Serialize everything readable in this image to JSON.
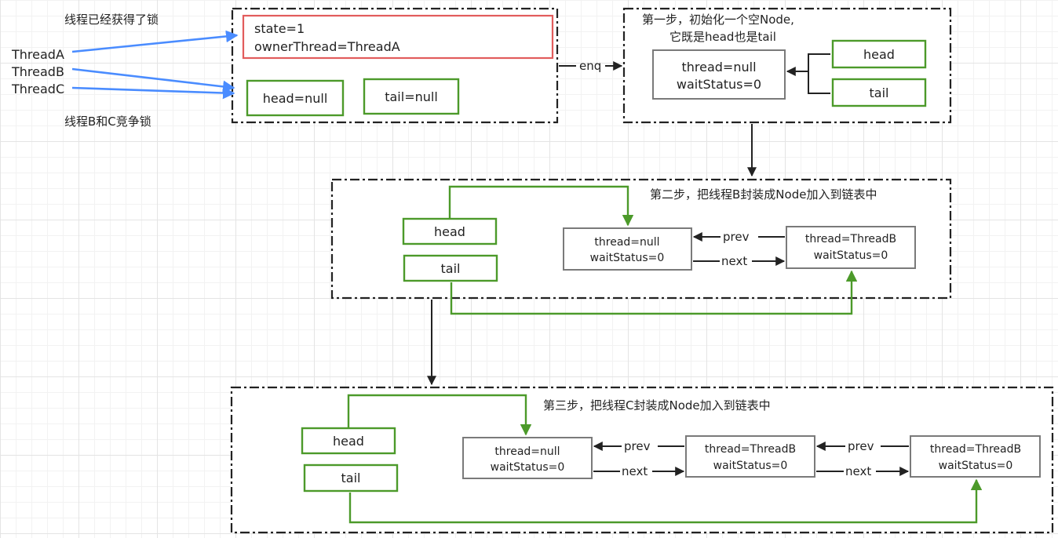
{
  "labels": {
    "lock_acquired": "线程已经获得了锁",
    "thread_a": "ThreadA",
    "thread_b": "ThreadB",
    "thread_c": "ThreadC",
    "compete": "线程B和C竞争锁"
  },
  "state_box": {
    "state": "state=1",
    "owner": "ownerThread=ThreadA",
    "head": "head=null",
    "tail": "tail=null"
  },
  "enq": "enq",
  "step1": {
    "title_line1": "第一步，初始化一个空Node,",
    "title_line2": "它既是head也是tail",
    "node_thread": "thread=null",
    "node_status": "waitStatus=0",
    "head": "head",
    "tail": "tail"
  },
  "step2": {
    "title": "第二步，把线程B封装成Node加入到链表中",
    "head": "head",
    "tail": "tail",
    "node1_thread": "thread=null",
    "node1_status": "waitStatus=0",
    "node2_thread": "thread=ThreadB",
    "node2_status": "waitStatus=0",
    "prev": "prev",
    "next": "next"
  },
  "step3": {
    "title": "第三步，把线程C封装成Node加入到链表中",
    "head": "head",
    "tail": "tail",
    "node1_thread": "thread=null",
    "node1_status": "waitStatus=0",
    "node2_thread": "thread=ThreadB",
    "node2_status": "waitStatus=0",
    "node3_thread": "thread=ThreadB",
    "node3_status": "waitStatus=0",
    "prev1": "prev",
    "next1": "next",
    "prev2": "prev",
    "next2": "next"
  },
  "colors": {
    "blue": "#4a8cff",
    "green": "#4c9a2a",
    "red": "#e25c5c",
    "gray": "#7a7a7a",
    "dark": "#222222"
  }
}
